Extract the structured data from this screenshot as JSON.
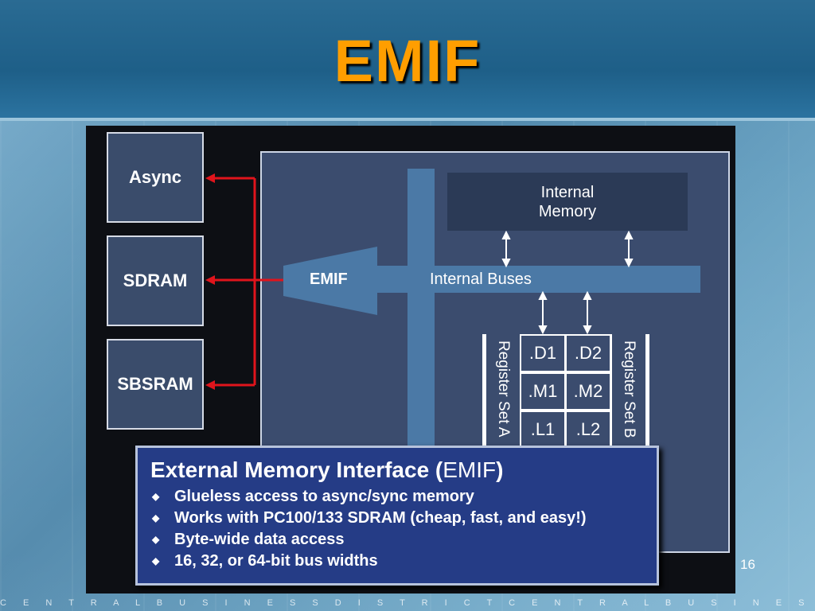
{
  "slide": {
    "title": "EMIF",
    "page_number": "16",
    "footer_text": "C E N T R A L B U S I N E S S D I S T R I C T C E N T R A L B U S I N E S S D I S T R I C T C E N T R A"
  },
  "memories": [
    "Async",
    "SDRAM",
    "SBSRAM"
  ],
  "chip": {
    "emif_label": "EMIF",
    "internal_memory_line1": "Internal",
    "internal_memory_line2": "Memory",
    "internal_buses_label": "Internal Buses",
    "register_set_a": "Register Set A",
    "register_set_b": "Register Set B",
    "units": [
      ".D1",
      ".D2",
      ".M1",
      ".M2",
      ".L1",
      ".L2"
    ]
  },
  "infobox": {
    "heading_bold": "External Memory Interface (",
    "heading_normal": "EMIF",
    "heading_end": ")",
    "bullets": [
      "Glueless access to async/sync memory",
      "Works with PC100/133 SDRAM (cheap, fast, and easy!)",
      "Byte-wide data access",
      "16, 32, or 64-bit bus widths"
    ]
  },
  "colors": {
    "title": "#ff9e00",
    "arrows": "#e0141c",
    "infobox": "#253c86"
  }
}
